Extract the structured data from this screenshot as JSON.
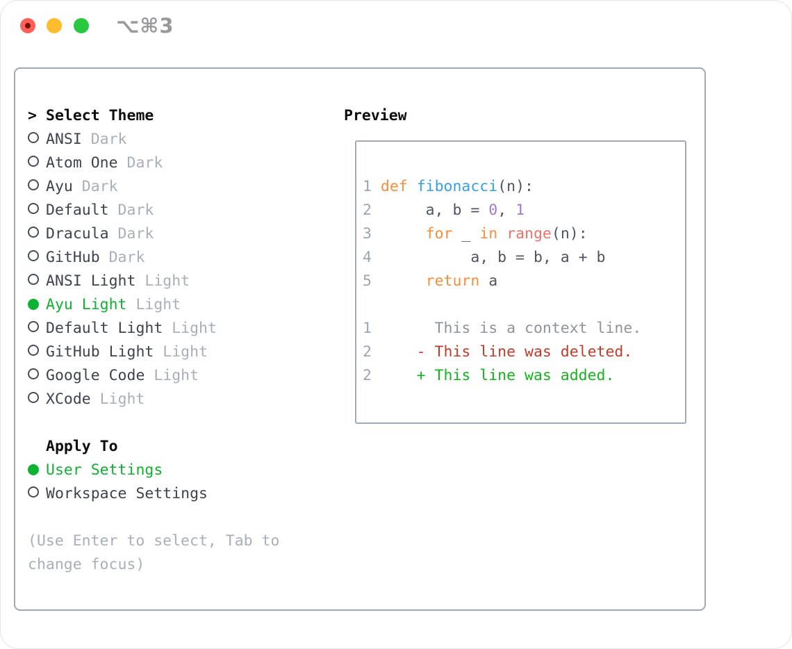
{
  "window": {
    "title": "⌥⌘3"
  },
  "colors": {
    "traffic_red": "#FF5F57",
    "traffic_yellow": "#FEBC2E",
    "traffic_green": "#28C840",
    "title_gray": "#98989D",
    "border_gray": "#A2A9B5",
    "item_text": "#3C434E",
    "muted_gray": "#A7AFBB",
    "ui_green": "#0EB232",
    "gutter_gray": "#9CA4B2",
    "code_plain": "#4F5560",
    "keyword_orange": "#F98E3A",
    "function_blue": "#33A0E8",
    "number_purple": "#A379CE",
    "call_coral": "#F0716A",
    "context_gray": "#8D949E",
    "deleted_red": "#C53A28",
    "added_green": "#12B51A"
  },
  "theme_selector": {
    "prompt": ">",
    "title": "Select Theme",
    "items": [
      {
        "name": "ANSI",
        "tag": "Dark",
        "selected": false
      },
      {
        "name": "Atom One",
        "tag": "Dark",
        "selected": false
      },
      {
        "name": "Ayu",
        "tag": "Dark",
        "selected": false
      },
      {
        "name": "Default",
        "tag": "Dark",
        "selected": false
      },
      {
        "name": "Dracula",
        "tag": "Dark",
        "selected": false
      },
      {
        "name": "GitHub",
        "tag": "Dark",
        "selected": false
      },
      {
        "name": "ANSI Light",
        "tag": "Light",
        "selected": false
      },
      {
        "name": "Ayu Light",
        "tag": "Light",
        "selected": true
      },
      {
        "name": "Default Light",
        "tag": "Light",
        "selected": false
      },
      {
        "name": "GitHub Light",
        "tag": "Light",
        "selected": false
      },
      {
        "name": "Google Code",
        "tag": "Light",
        "selected": false
      },
      {
        "name": "XCode",
        "tag": "Light",
        "selected": false
      }
    ],
    "apply_to": {
      "title": "Apply To",
      "options": [
        {
          "label": "User Settings",
          "selected": true
        },
        {
          "label": "Workspace Settings",
          "selected": false
        }
      ]
    },
    "help": "(Use Enter to select, Tab to change focus)"
  },
  "preview": {
    "title": "Preview",
    "lines": [
      {
        "num": "1",
        "segments": [
          {
            "text": "def",
            "style": "keyword"
          },
          {
            "text": " ",
            "style": "plain"
          },
          {
            "text": "fibonacci",
            "style": "function"
          },
          {
            "text": "(n):",
            "style": "plain"
          }
        ]
      },
      {
        "num": "2",
        "segments": [
          {
            "text": "     a, b = ",
            "style": "plain"
          },
          {
            "text": "0",
            "style": "number"
          },
          {
            "text": ", ",
            "style": "plain"
          },
          {
            "text": "1",
            "style": "number"
          }
        ]
      },
      {
        "num": "3",
        "segments": [
          {
            "text": "     ",
            "style": "plain"
          },
          {
            "text": "for",
            "style": "keyword"
          },
          {
            "text": " _ ",
            "style": "plain"
          },
          {
            "text": "in",
            "style": "keyword"
          },
          {
            "text": " ",
            "style": "plain"
          },
          {
            "text": "range",
            "style": "call"
          },
          {
            "text": "(n):",
            "style": "plain"
          }
        ]
      },
      {
        "num": "4",
        "segments": [
          {
            "text": "          a, b = b, a + b",
            "style": "plain"
          }
        ]
      },
      {
        "num": "5",
        "segments": [
          {
            "text": "     ",
            "style": "plain"
          },
          {
            "text": "return",
            "style": "keyword"
          },
          {
            "text": " a",
            "style": "plain"
          }
        ]
      },
      {
        "num": "",
        "segments": []
      },
      {
        "num": "1",
        "segments": [
          {
            "text": "      This is a context line.",
            "style": "context"
          }
        ]
      },
      {
        "num": "2",
        "segments": [
          {
            "text": "    - This line was deleted.",
            "style": "deleted"
          }
        ]
      },
      {
        "num": "2",
        "segments": [
          {
            "text": "    + This line was added.",
            "style": "added"
          }
        ]
      }
    ]
  }
}
